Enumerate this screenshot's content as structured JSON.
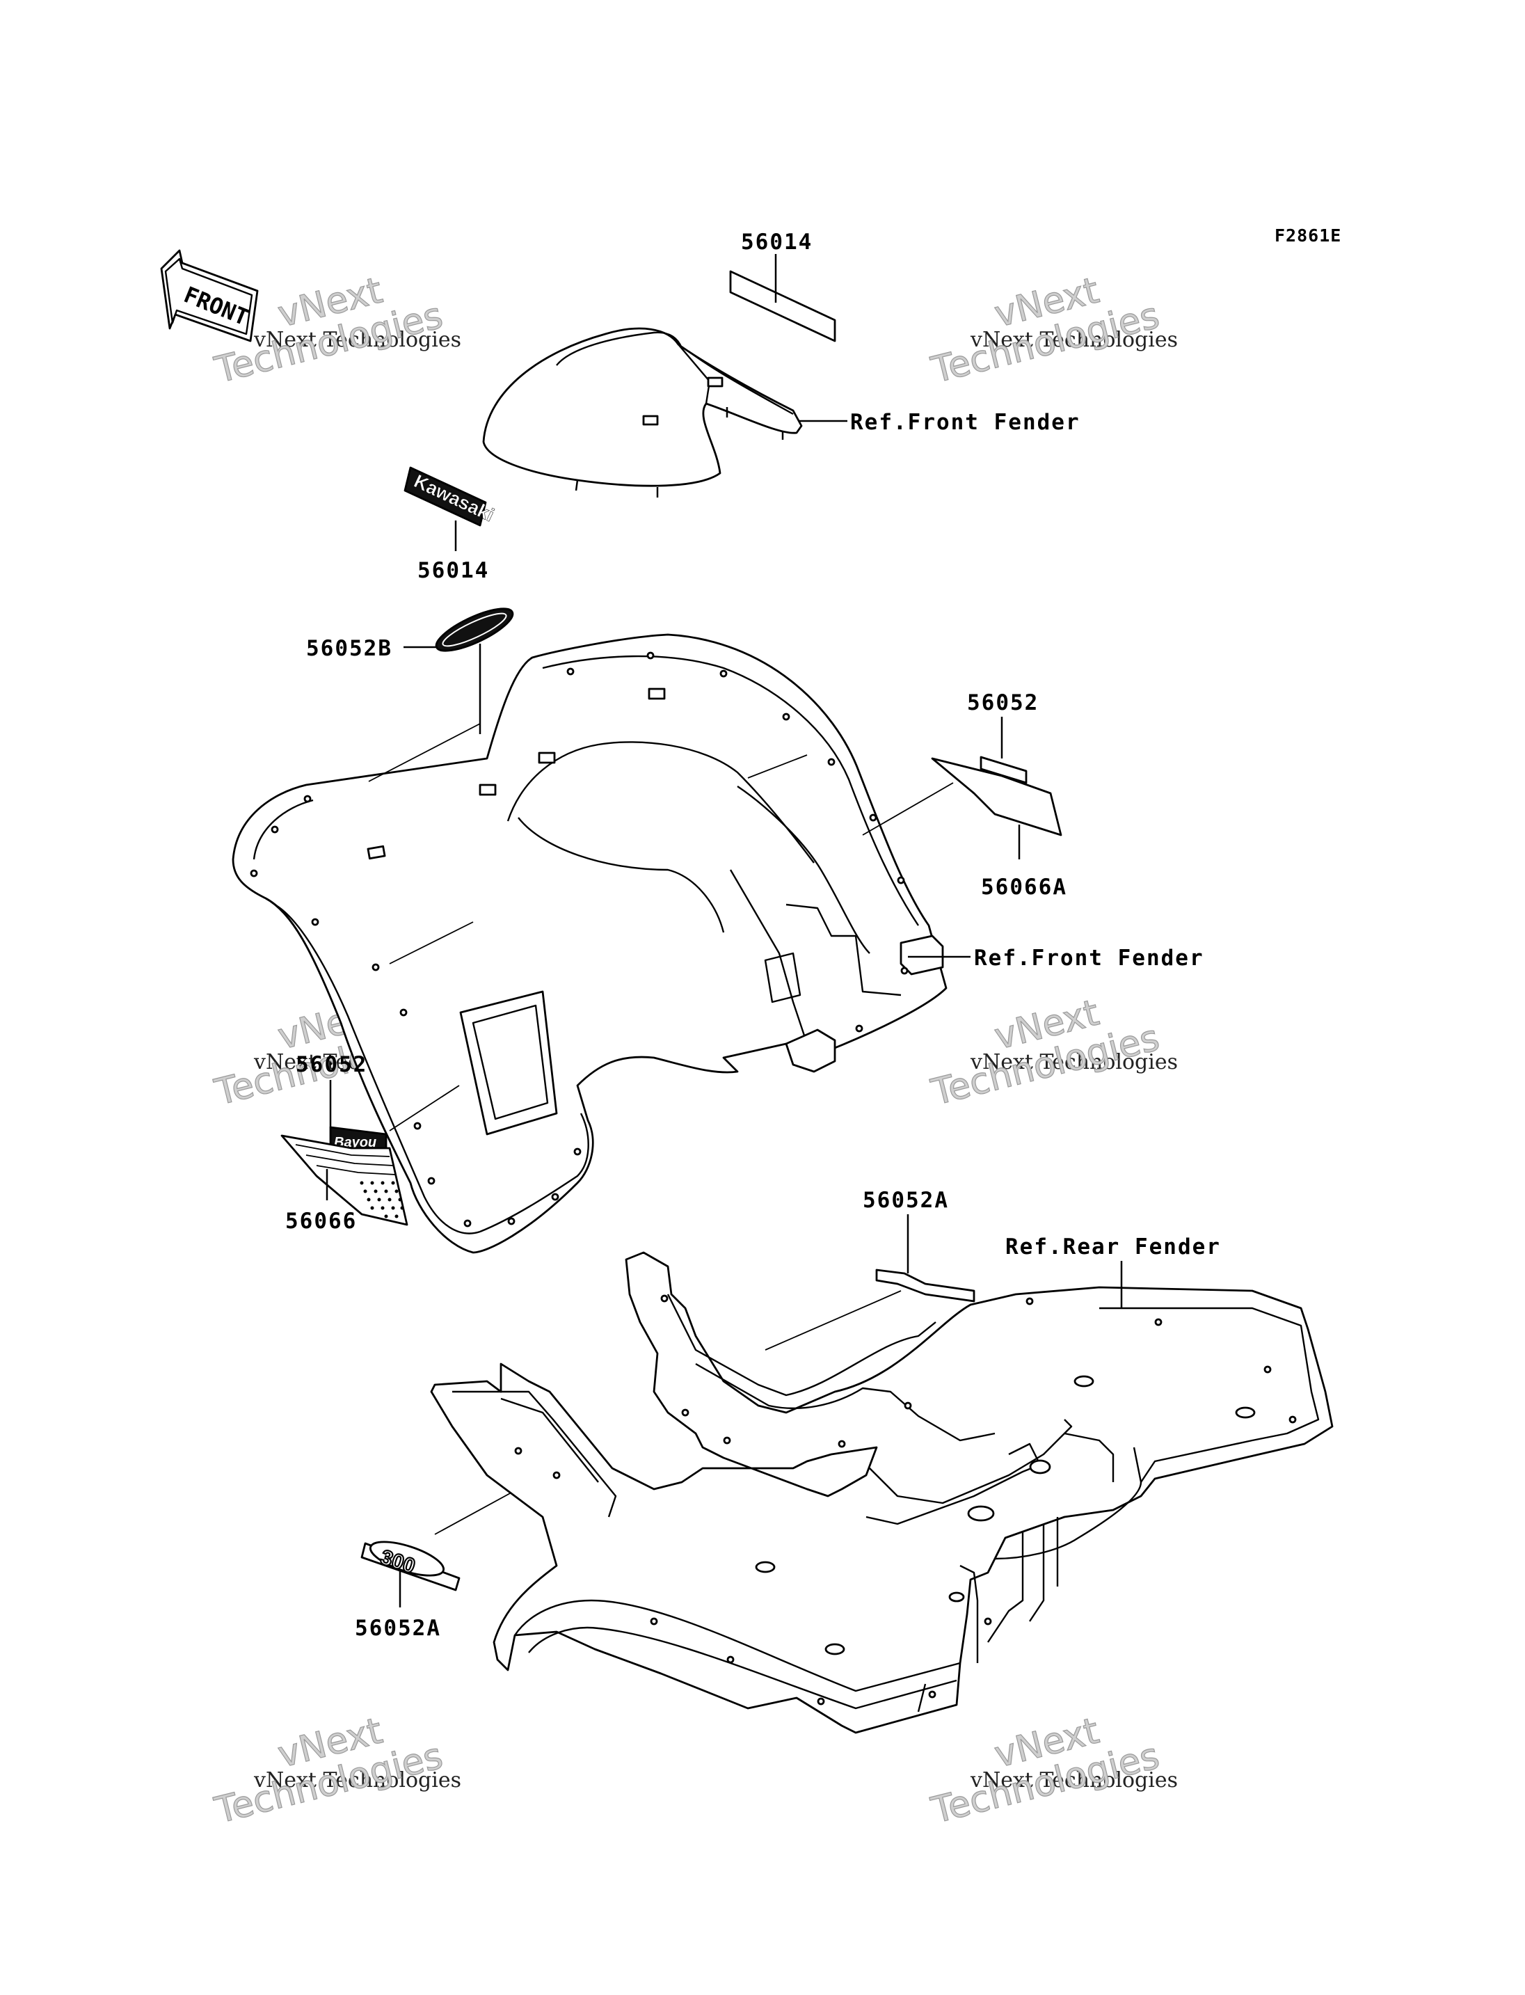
{
  "diagram_code": "F2861E",
  "front_arrow_text": "FRONT",
  "watermarks": [
    {
      "small": "vNext Technologies",
      "big_top": "vNext",
      "big_bottom": "Technologies"
    },
    {
      "small": "vNext Technologies",
      "big_top": "vNext",
      "big_bottom": "Technologies"
    },
    {
      "small": "vNext Technologies",
      "big_top": "vNext",
      "big_bottom": "Technologies"
    },
    {
      "small": "vNext Technologies",
      "big_top": "vNext",
      "big_bottom": "Technologies"
    },
    {
      "small": "vNext Technologies",
      "big_top": "vNext",
      "big_bottom": "Technologies"
    },
    {
      "small": "vNext Technologies",
      "big_top": "vNext",
      "big_bottom": "Technologies"
    }
  ],
  "decal_texts": {
    "kawasaki": "Kawasaki",
    "model_300": "300",
    "bayou": "Bayou"
  },
  "part_labels": [
    {
      "id": "56014-top",
      "text": "56014"
    },
    {
      "id": "56014-kawasaki",
      "text": "56014"
    },
    {
      "id": "56052B",
      "text": "56052B"
    },
    {
      "id": "56052-right",
      "text": "56052"
    },
    {
      "id": "56066A",
      "text": "56066A"
    },
    {
      "id": "56052-left",
      "text": "56052"
    },
    {
      "id": "56066",
      "text": "56066"
    },
    {
      "id": "56052A-top",
      "text": "56052A"
    },
    {
      "id": "56052A-bottom",
      "text": "56052A"
    }
  ],
  "reference_labels": [
    {
      "id": "ref-front-fender-1",
      "text": "Ref.Front Fender"
    },
    {
      "id": "ref-front-fender-2",
      "text": "Ref.Front Fender"
    },
    {
      "id": "ref-rear-fender",
      "text": "Ref.Rear Fender"
    }
  ]
}
